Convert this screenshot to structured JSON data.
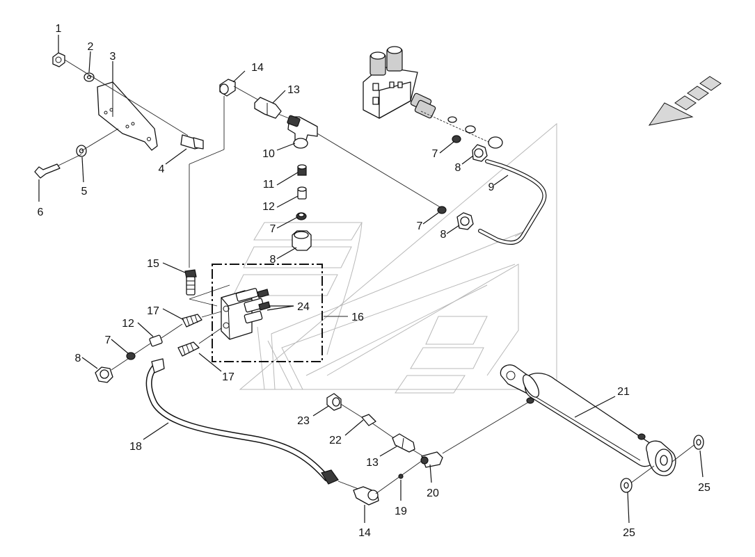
{
  "labels": [
    {
      "id": "c1",
      "text": "1"
    },
    {
      "id": "c2",
      "text": "2"
    },
    {
      "id": "c3",
      "text": "3"
    },
    {
      "id": "c4",
      "text": "4"
    },
    {
      "id": "c5",
      "text": "5"
    },
    {
      "id": "c6",
      "text": "6"
    },
    {
      "id": "c14a",
      "text": "14"
    },
    {
      "id": "c13a",
      "text": "13"
    },
    {
      "id": "c10",
      "text": "10"
    },
    {
      "id": "c11",
      "text": "11"
    },
    {
      "id": "c12a",
      "text": "12"
    },
    {
      "id": "c7a",
      "text": "7"
    },
    {
      "id": "c8a",
      "text": "8"
    },
    {
      "id": "c7b",
      "text": "7"
    },
    {
      "id": "c8b",
      "text": "8"
    },
    {
      "id": "c9",
      "text": "9"
    },
    {
      "id": "c7c",
      "text": "7"
    },
    {
      "id": "c8c",
      "text": "8"
    },
    {
      "id": "c15",
      "text": "15"
    },
    {
      "id": "c17a",
      "text": "17"
    },
    {
      "id": "c24",
      "text": "24"
    },
    {
      "id": "c16",
      "text": "16"
    },
    {
      "id": "c12b",
      "text": "12"
    },
    {
      "id": "c7d",
      "text": "7"
    },
    {
      "id": "c8d",
      "text": "8"
    },
    {
      "id": "c17b",
      "text": "17"
    },
    {
      "id": "c18",
      "text": "18"
    },
    {
      "id": "c23",
      "text": "23"
    },
    {
      "id": "c22",
      "text": "22"
    },
    {
      "id": "c13b",
      "text": "13"
    },
    {
      "id": "c21",
      "text": "21"
    },
    {
      "id": "c19",
      "text": "19"
    },
    {
      "id": "c20",
      "text": "20"
    },
    {
      "id": "c14b",
      "text": "14"
    },
    {
      "id": "c25a",
      "text": "25"
    },
    {
      "id": "c25b",
      "text": "25"
    }
  ]
}
